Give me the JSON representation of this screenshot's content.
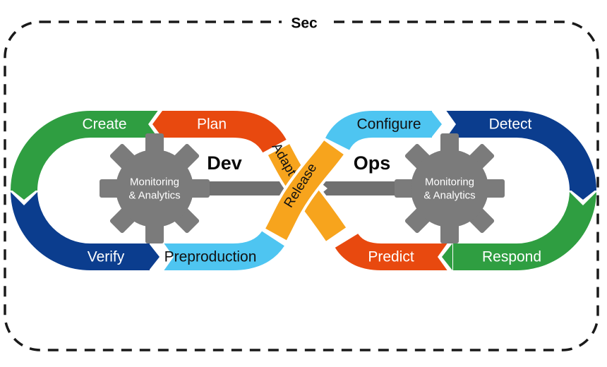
{
  "frame": {
    "sec_label": "Sec"
  },
  "colors": {
    "green": "#2f9e41",
    "dark_blue": "#0b3d8e",
    "light_blue": "#4ec5f1",
    "red": "#e8490f",
    "orange": "#f7a41d",
    "gear_gray": "#7b7b7b",
    "bar_gray": "#707070"
  },
  "dev_loop": {
    "title": "Dev",
    "segments": {
      "create": "Create",
      "plan": "Plan",
      "verify": "Verify",
      "preproduction": "Preproduction"
    },
    "gear": {
      "line1": "Monitoring",
      "line2": "& Analytics"
    }
  },
  "ops_loop": {
    "title": "Ops",
    "segments": {
      "configure": "Configure",
      "detect": "Detect",
      "predict": "Predict",
      "respond": "Respond"
    },
    "gear": {
      "line1": "Monitoring",
      "line2": "& Analytics"
    }
  },
  "crossover": {
    "adapt": "Adapt",
    "release": "Release"
  }
}
